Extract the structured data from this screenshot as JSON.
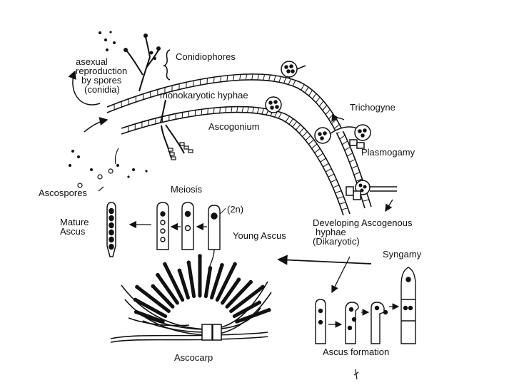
{
  "labels": {
    "asexual": [
      "asexual",
      "reproduction",
      "by spores",
      "(conidia)"
    ],
    "conidiophores": "Conidiophores",
    "monokaryotic": "monokaryotic hyphae",
    "trichogyne": "Trichogyne",
    "ascogonium": "Ascogonium",
    "plasmogamy": "Plasmogamy",
    "ascospores": "Ascospores",
    "meiosis": "Meiosis",
    "two_n": "(2n)",
    "mature_ascus": [
      "Mature",
      "Ascus"
    ],
    "young_ascus": "Young Ascus",
    "developing": [
      "Developing Ascogenous",
      "hyphae",
      "(Dikaryotic)"
    ],
    "syngamy": "Syngamy",
    "ascocarp": "Ascocarp",
    "ascus_formation": "Ascus formation"
  },
  "colors": {
    "ink": "#111111",
    "background": "#ffffff"
  }
}
